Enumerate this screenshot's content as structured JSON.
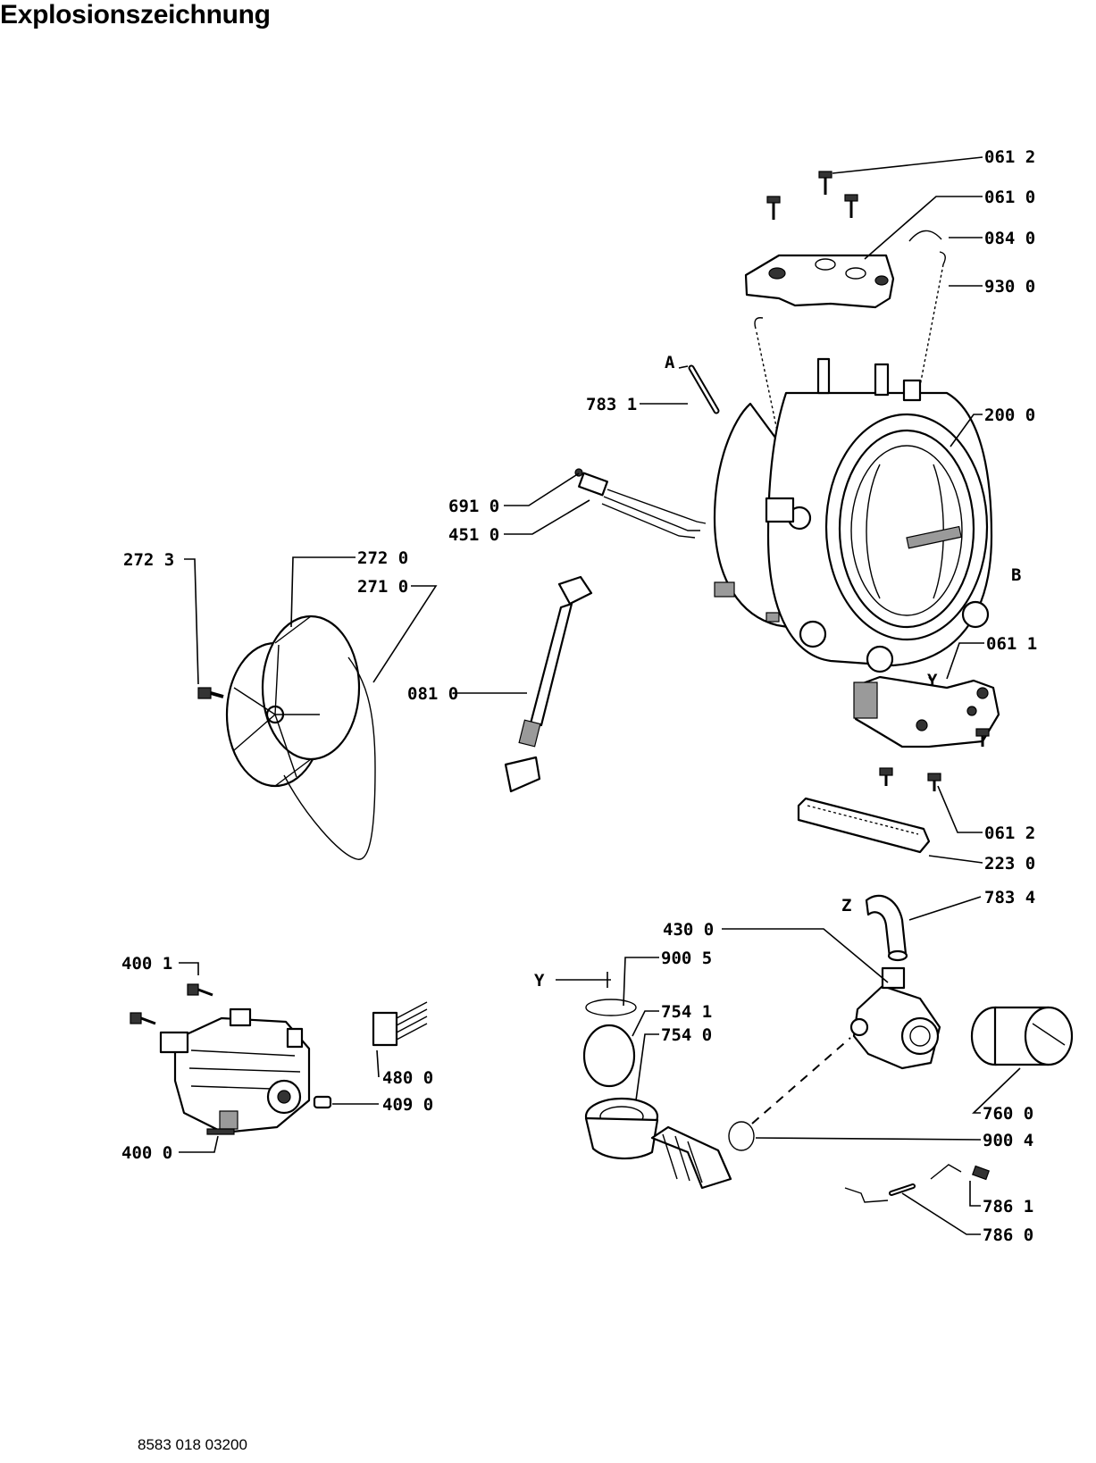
{
  "title": "Explosionszeichnung",
  "document_number": "8583 018 03200",
  "part_labels": [
    "061 2",
    "061 0",
    "084 0",
    "930 0",
    "783 1",
    "200 0",
    "691 0",
    "451 0",
    "272 3",
    "272 0",
    "271 0",
    "081 0",
    "061 1",
    "061 2",
    "223 0",
    "783 4",
    "430 0",
    "900 5",
    "754 1",
    "754 0",
    "400 1",
    "480 0",
    "409 0",
    "400 0",
    "760 0",
    "900 4",
    "786 1",
    "786 0"
  ],
  "callout_letters": [
    "A",
    "B",
    "Y",
    "Y",
    "Z"
  ]
}
